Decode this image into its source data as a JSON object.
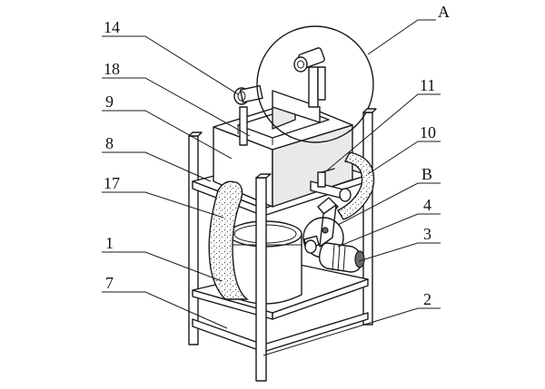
{
  "callouts": [
    {
      "id": "A",
      "text": "A"
    },
    {
      "id": "14",
      "text": "14"
    },
    {
      "id": "18",
      "text": "18"
    },
    {
      "id": "9",
      "text": "9"
    },
    {
      "id": "8",
      "text": "8"
    },
    {
      "id": "17",
      "text": "17"
    },
    {
      "id": "1",
      "text": "1"
    },
    {
      "id": "7",
      "text": "7"
    },
    {
      "id": "11",
      "text": "11"
    },
    {
      "id": "10",
      "text": "10"
    },
    {
      "id": "B",
      "text": "B"
    },
    {
      "id": "4",
      "text": "4"
    },
    {
      "id": "3",
      "text": "3"
    },
    {
      "id": "2",
      "text": "2"
    }
  ],
  "colors": {
    "line": "#1a1a1a",
    "background": "#ffffff",
    "shade": "#e9e9e9"
  }
}
